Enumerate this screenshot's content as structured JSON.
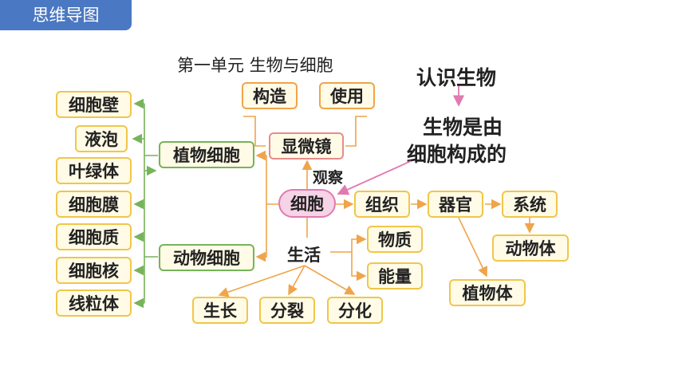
{
  "header_tag": "思维导图",
  "title": "第一单元  生物与细胞",
  "recognize": "认识生物",
  "conclusion": [
    "生物是由",
    "细胞构成的"
  ],
  "observe": "观察",
  "life": "生活",
  "center": "细胞",
  "microscope": "显微镜",
  "structure": "构造",
  "use": "使用",
  "plant_cell": "植物细胞",
  "animal_cell": "动物细胞",
  "parts": [
    "细胞壁",
    "液泡",
    "叶绿体",
    "细胞膜",
    "细胞质",
    "细胞核",
    "线粒体"
  ],
  "chain": [
    "组织",
    "器官",
    "系统",
    "动物体",
    "植物体"
  ],
  "life_needs": [
    "物质",
    "能量"
  ],
  "life_processes": [
    "生长",
    "分裂",
    "分化"
  ],
  "colors": {
    "tag": "#4a78c2",
    "green": "#77b35a",
    "orange": "#f0a44a",
    "pink": "#e07ab0",
    "box_fill": "#fffbe6"
  }
}
